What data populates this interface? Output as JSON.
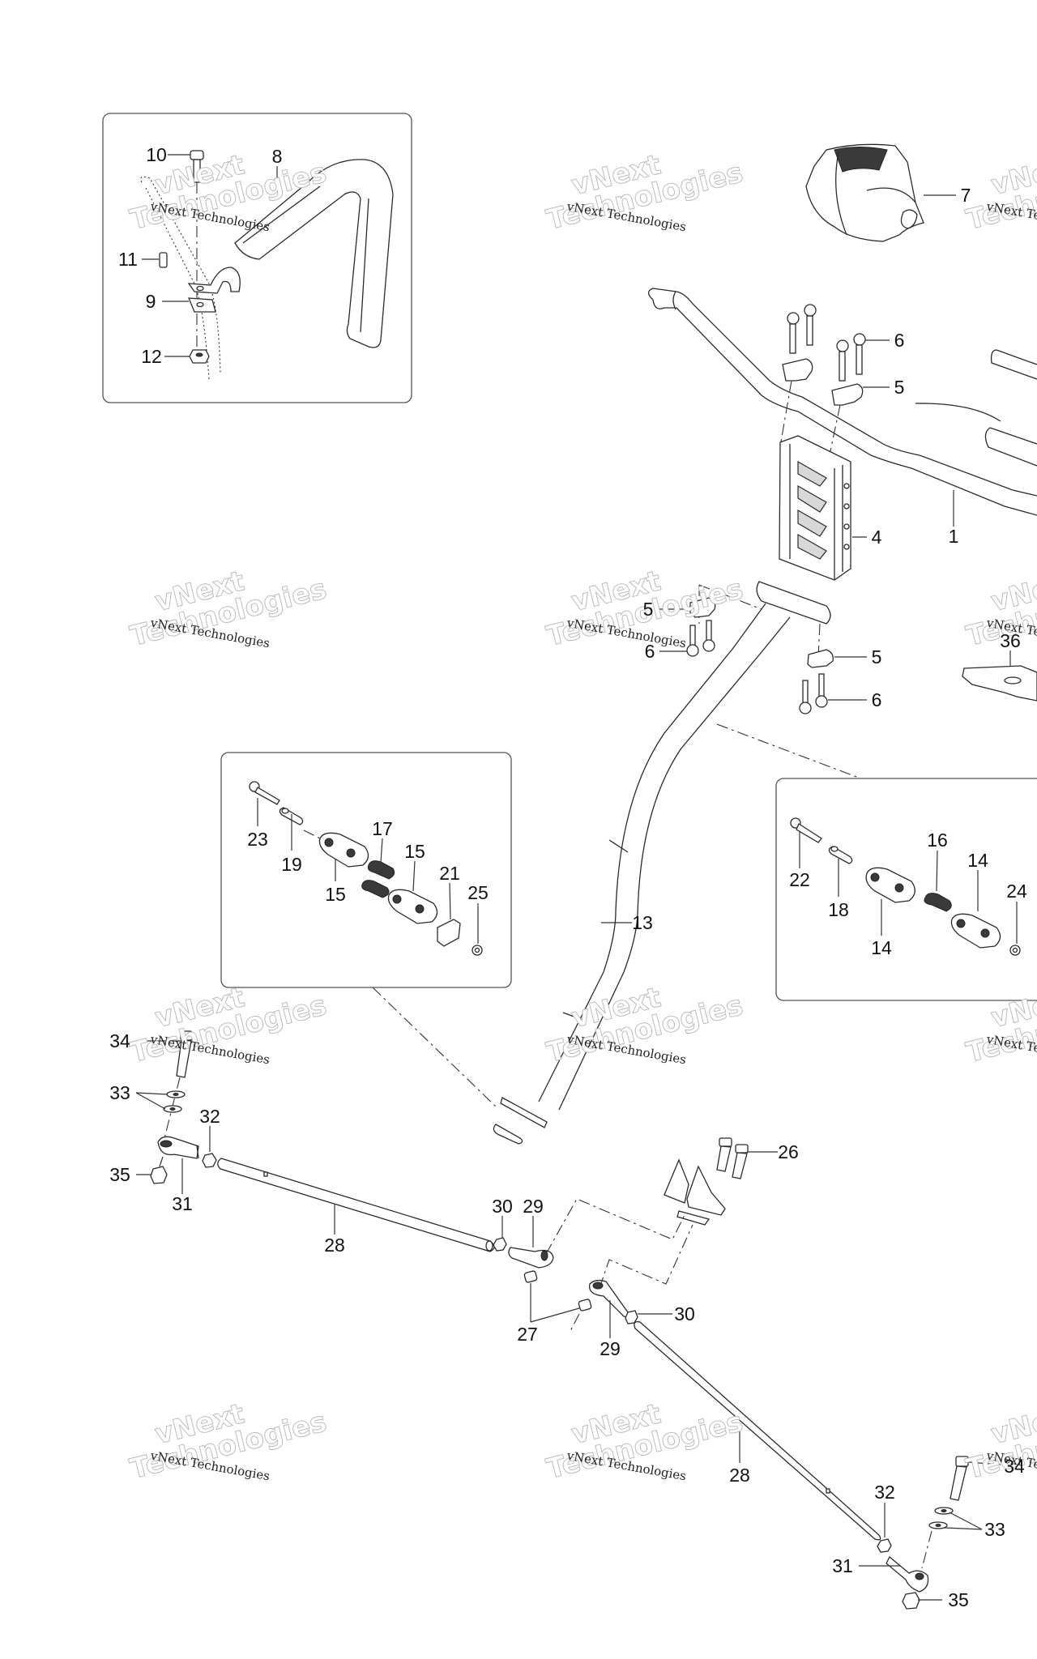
{
  "diagram": {
    "type": "exploded-parts-diagram",
    "subject": "Handlebar and steering column assembly",
    "watermark": {
      "line_small": "vNext Technologies",
      "line_big_1": "vNext",
      "line_big_2": "Technologies"
    },
    "callouts": {
      "c1": "1",
      "c4": "4",
      "c5a": "5",
      "c5b": "5",
      "c5c": "5",
      "c6a": "6",
      "c6b": "6",
      "c6c": "6",
      "c7": "7",
      "c8": "8",
      "c9": "9",
      "c10": "10",
      "c11": "11",
      "c12": "12",
      "c13": "13",
      "c14a": "14",
      "c14b": "14",
      "c15a": "15",
      "c15b": "15",
      "c16": "16",
      "c17": "17",
      "c18": "18",
      "c19": "19",
      "c21": "21",
      "c22": "22",
      "c23": "23",
      "c24": "24",
      "c25": "25",
      "c26": "26",
      "c27": "27",
      "c28a": "28",
      "c28b": "28",
      "c29a": "29",
      "c29b": "29",
      "c30a": "30",
      "c30b": "30",
      "c31a": "31",
      "c31b": "31",
      "c32a": "32",
      "c32b": "32",
      "c33a": "33",
      "c33b": "33",
      "c34a": "34",
      "c34b": "34",
      "c35a": "35",
      "c35b": "35",
      "c36": "36"
    },
    "parts": [
      {
        "ref": "1",
        "name": "handlebar"
      },
      {
        "ref": "4",
        "name": "handlebar riser"
      },
      {
        "ref": "5",
        "name": "clamp cap"
      },
      {
        "ref": "6",
        "name": "flange bolt"
      },
      {
        "ref": "7",
        "name": "handlebar pad"
      },
      {
        "ref": "8",
        "name": "handlebar pad foam"
      },
      {
        "ref": "9",
        "name": "strap clamp"
      },
      {
        "ref": "10",
        "name": "hex bolt"
      },
      {
        "ref": "11",
        "name": "spacer"
      },
      {
        "ref": "12",
        "name": "nut"
      },
      {
        "ref": "13",
        "name": "steering column"
      },
      {
        "ref": "14",
        "name": "bearing half"
      },
      {
        "ref": "15",
        "name": "bearing half"
      },
      {
        "ref": "16",
        "name": "bushing"
      },
      {
        "ref": "17",
        "name": "bushing"
      },
      {
        "ref": "18",
        "name": "sleeve"
      },
      {
        "ref": "19",
        "name": "sleeve"
      },
      {
        "ref": "21",
        "name": "plate"
      },
      {
        "ref": "22",
        "name": "bolt"
      },
      {
        "ref": "23",
        "name": "bolt"
      },
      {
        "ref": "24",
        "name": "nut"
      },
      {
        "ref": "25",
        "name": "nut"
      },
      {
        "ref": "26",
        "name": "bolt"
      },
      {
        "ref": "27",
        "name": "spacer"
      },
      {
        "ref": "28",
        "name": "tie rod"
      },
      {
        "ref": "29",
        "name": "rod end"
      },
      {
        "ref": "30",
        "name": "jam nut"
      },
      {
        "ref": "31",
        "name": "rod end"
      },
      {
        "ref": "32",
        "name": "jam nut"
      },
      {
        "ref": "33",
        "name": "washer"
      },
      {
        "ref": "34",
        "name": "bolt"
      },
      {
        "ref": "35",
        "name": "nut"
      },
      {
        "ref": "36",
        "name": "steering arm plate"
      }
    ]
  }
}
